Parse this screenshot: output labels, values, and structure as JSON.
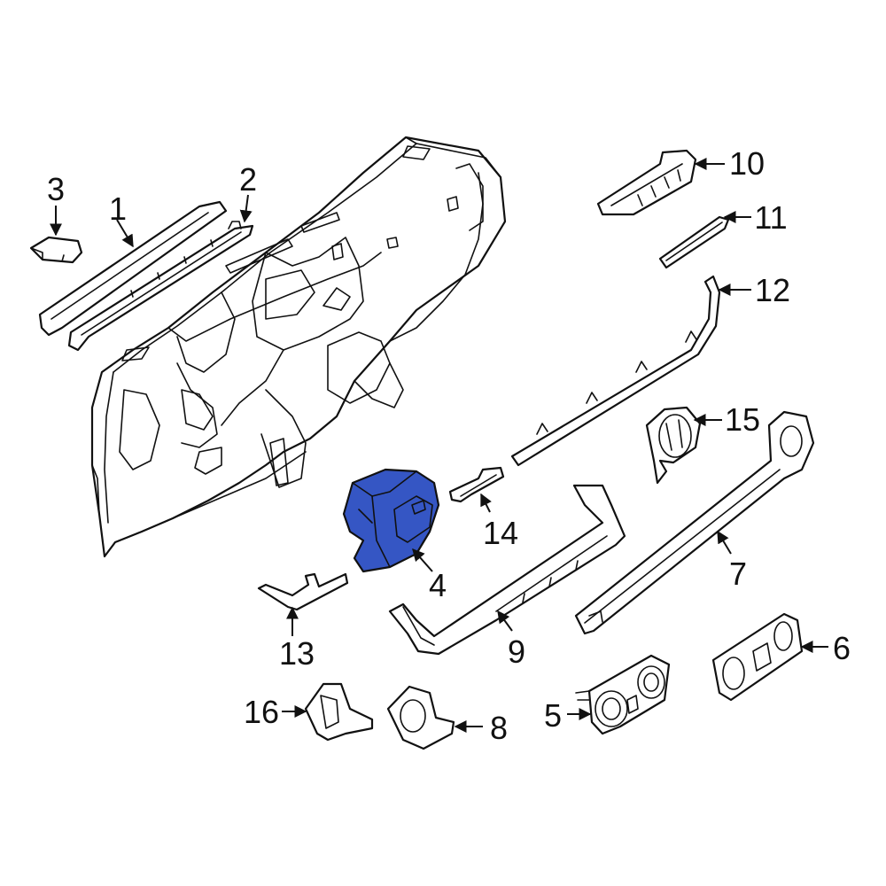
{
  "diagram": {
    "highlight_color": "#3556C4",
    "outline_color": "#111111",
    "highlighted_part": "4",
    "callouts": [
      {
        "id": "1",
        "label": "1"
      },
      {
        "id": "2",
        "label": "2"
      },
      {
        "id": "3",
        "label": "3"
      },
      {
        "id": "4",
        "label": "4"
      },
      {
        "id": "5",
        "label": "5"
      },
      {
        "id": "6",
        "label": "6"
      },
      {
        "id": "7",
        "label": "7"
      },
      {
        "id": "8",
        "label": "8"
      },
      {
        "id": "9",
        "label": "9"
      },
      {
        "id": "10",
        "label": "10"
      },
      {
        "id": "11",
        "label": "11"
      },
      {
        "id": "12",
        "label": "12"
      },
      {
        "id": "13",
        "label": "13"
      },
      {
        "id": "14",
        "label": "14"
      },
      {
        "id": "15",
        "label": "15"
      },
      {
        "id": "16",
        "label": "16"
      }
    ]
  }
}
